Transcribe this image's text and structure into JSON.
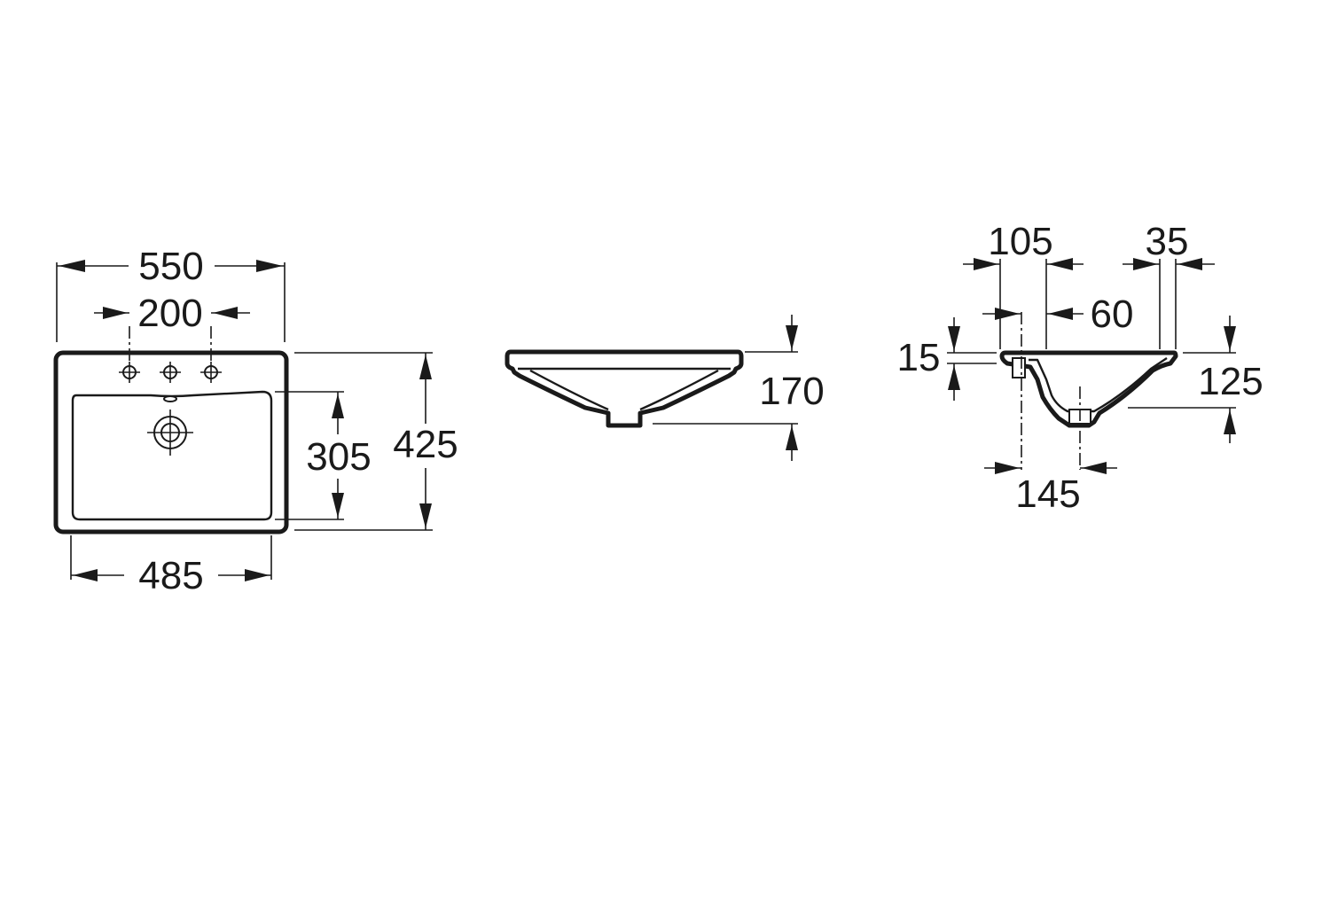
{
  "top_view": {
    "overall_width": "550",
    "tap_hole_spacing": "200",
    "bowl_width": "485",
    "bowl_depth": "305",
    "overall_depth": "425"
  },
  "front_view": {
    "height": "170"
  },
  "section_view": {
    "rim_to_tap_axis": "105",
    "back_edge": "35",
    "tap_to_bowl": "60",
    "rim_thickness": "15",
    "bowl_depth": "125",
    "tap_to_waste": "145"
  },
  "icons": {
    "tap_hole": "tap-hole-icon",
    "waste_outlet": "waste-outlet-icon",
    "overflow": "overflow-icon"
  }
}
